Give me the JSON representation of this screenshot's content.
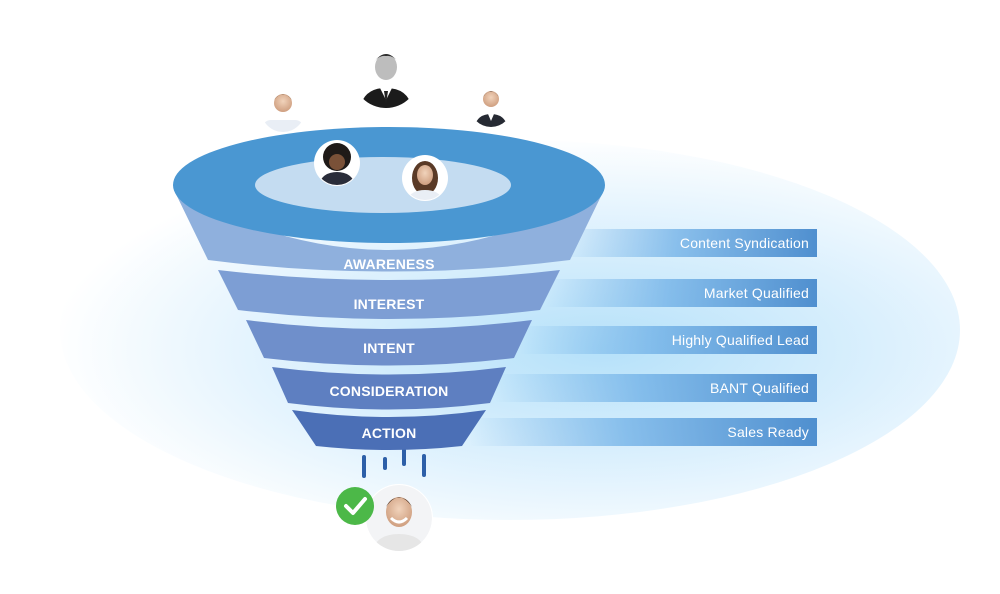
{
  "stages": [
    {
      "label": "AWARENESS",
      "metric": "Content Syndication"
    },
    {
      "label": "INTEREST",
      "metric": "Market Qualified"
    },
    {
      "label": "INTENT",
      "metric": "Highly Qualified Lead"
    },
    {
      "label": "CONSIDERATION",
      "metric": "BANT Qualified"
    },
    {
      "label": "ACTION",
      "metric": "Sales Ready"
    }
  ],
  "colors": {
    "rim": "#4a97d2",
    "inner": "#c4dcf1",
    "stage": [
      "#8fb0dd",
      "#7d9ed4",
      "#6f8fcb",
      "#5e7fc1",
      "#4b6fb6"
    ],
    "check": "#4cb848",
    "drip": "#2d5fa8"
  },
  "icons": {
    "people_top": [
      "person-avatar",
      "person-avatar",
      "person-avatar",
      "person-avatar",
      "person-avatar"
    ],
    "converted": "person-avatar",
    "check": "check-icon"
  }
}
